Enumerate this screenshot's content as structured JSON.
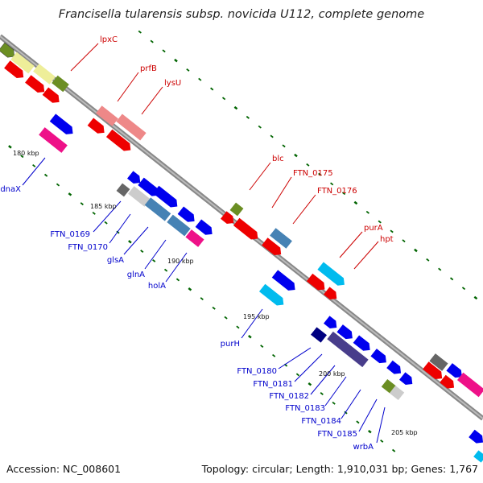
{
  "title": "Francisella tularensis subsp. novicida U112, complete genome",
  "footer": {
    "accession": "Accession: NC_008601",
    "topology": "Topology: circular; Length: 1,910,031 bp; Genes: 1,767"
  },
  "colors": {
    "red_gene": "#ee0000",
    "pink_gene": "#ee8888",
    "yellow_gene": "#eeee99",
    "olive_gene": "#6b8e23",
    "blue_gene": "#0000ee",
    "magenta_gene": "#ee1188",
    "gray_gene": "#666666",
    "silver_gene": "#cccccc",
    "steel_gene": "#4682b4",
    "cyan_gene": "#00bbee",
    "navy_gene": "#000080",
    "slate_gene": "#483d8b",
    "tick_green": "#006400",
    "label_red": "#cc0000",
    "label_blue": "#0000cc"
  },
  "scale_labels": [
    "180 kbp",
    "185 kbp",
    "190 kbp",
    "195 kbp",
    "200 kbp",
    "205 kbp"
  ],
  "labels_top": [
    "lpxC",
    "prfB",
    "lysU",
    "blc",
    "FTN_0175",
    "FTN_0176",
    "purA",
    "hpt"
  ],
  "labels_bottom": [
    "dnaX",
    "FTN_0169",
    "FTN_0170",
    "glsA",
    "glnA",
    "holA",
    "purH",
    "FTN_0180",
    "FTN_0181",
    "FTN_0182",
    "FTN_0183",
    "FTN_0184",
    "FTN_0185",
    "wrbA"
  ]
}
